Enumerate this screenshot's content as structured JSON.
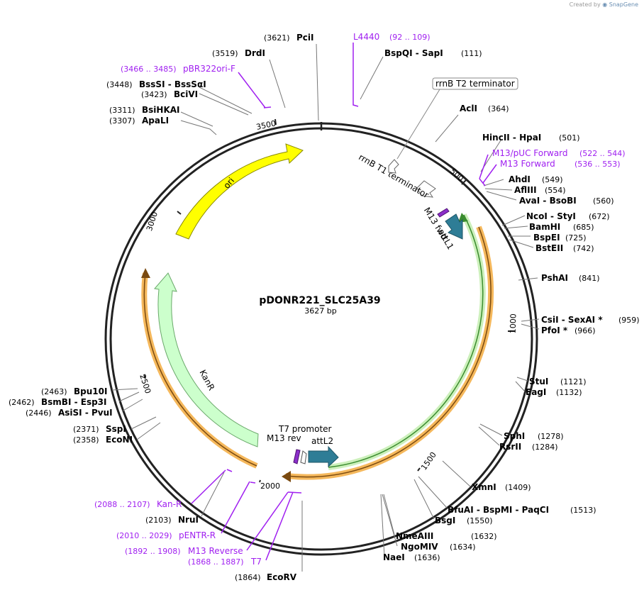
{
  "credit": {
    "created_by": "Created by",
    "brand": "SnapGene"
  },
  "plasmid": {
    "name": "pDONR221_SLC25A39",
    "length": "3627 bp"
  },
  "ticks": [
    "500",
    "1000",
    "1500",
    "2000",
    "2500",
    "3000",
    "3500"
  ],
  "features": {
    "ori": "ori",
    "kanr": "KanR",
    "rrnb_t2": "rrnB T2 terminator",
    "rrnb_t1": "rrnB T1 terminator",
    "m13_fwd": "M13 fwd",
    "attl1": "attL1",
    "t7_promoter": "T7 promoter",
    "m13_rev": "M13 rev",
    "attl2": "attL2"
  },
  "sites": [
    {
      "name": "PciI",
      "pos": "(3621)"
    },
    {
      "name": "DrdI",
      "pos": "(3519)"
    },
    {
      "name": "BssSI  -  BssSαI",
      "pos": "(3448)"
    },
    {
      "name": "BciVI",
      "pos": "(3423)"
    },
    {
      "name": "BsiHKAI",
      "pos": "(3311)"
    },
    {
      "name": "ApaLI",
      "pos": "(3307)"
    },
    {
      "name": "BspQI  -  SapI",
      "pos": "(111)"
    },
    {
      "name": "AclI",
      "pos": "(364)"
    },
    {
      "name": "HincII  -  HpaI",
      "pos": "(501)"
    },
    {
      "name": "AhdI",
      "pos": "(549)"
    },
    {
      "name": "AflIII",
      "pos": "(554)"
    },
    {
      "name": "AvaI  -  BsoBI",
      "pos": "(560)"
    },
    {
      "name": "NcoI  -  StyI",
      "pos": "(672)"
    },
    {
      "name": "BamHI",
      "pos": "(685)"
    },
    {
      "name": "BspEI",
      "pos": "(725)"
    },
    {
      "name": "BstEII",
      "pos": "(742)"
    },
    {
      "name": "PshAI",
      "pos": "(841)"
    },
    {
      "name": "CsiI  -  SexAI *",
      "pos": "(959)"
    },
    {
      "name": "PfoI *",
      "pos": "(966)"
    },
    {
      "name": "StuI",
      "pos": "(1121)"
    },
    {
      "name": "EagI",
      "pos": "(1132)"
    },
    {
      "name": "SphI",
      "pos": "(1278)"
    },
    {
      "name": "RsrII",
      "pos": "(1284)"
    },
    {
      "name": "XmnI",
      "pos": "(1409)"
    },
    {
      "name": "BfuAI  -  BspMI  -  PaqCI",
      "pos": "(1513)"
    },
    {
      "name": "BsgI",
      "pos": "(1550)"
    },
    {
      "name": "NmeAIII",
      "pos": "(1632)"
    },
    {
      "name": "NgoMIV",
      "pos": "(1634)"
    },
    {
      "name": "NaeI",
      "pos": "(1636)"
    },
    {
      "name": "EcoRV",
      "pos": "(1864)"
    },
    {
      "name": "NruI",
      "pos": "(2103)"
    },
    {
      "name": "Bpu10I",
      "pos": "(2463)"
    },
    {
      "name": "BsmBI  -  Esp3I",
      "pos": "(2462)"
    },
    {
      "name": "AsiSI  -  PvuI",
      "pos": "(2446)"
    },
    {
      "name": "SspI",
      "pos": "(2371)"
    },
    {
      "name": "EcoNI",
      "pos": "(2358)"
    }
  ],
  "primers": [
    {
      "name": "L4440",
      "pos": "(92 .. 109)"
    },
    {
      "name": "pBR322ori-F",
      "pos": "(3466 .. 3485)"
    },
    {
      "name": "M13/pUC Forward",
      "pos": "(522 .. 544)"
    },
    {
      "name": "M13 Forward",
      "pos": "(536 .. 553)"
    },
    {
      "name": "Kan-R",
      "pos": "(2088 .. 2107)"
    },
    {
      "name": "pENTR-R",
      "pos": "(2010 .. 2029)"
    },
    {
      "name": "M13 Reverse",
      "pos": "(1892 .. 1908)"
    },
    {
      "name": "T7",
      "pos": "(1868 .. 1887)"
    }
  ],
  "colors": {
    "ori": "#ffff00",
    "kanr": "#ccffcc",
    "attl": "#2e7d96",
    "primer": "#a020f0",
    "promoter": "#8b2fc9",
    "orf_orange": "#f5b85c",
    "orf_green": "#3a8c2e",
    "backbone": "#222222"
  }
}
